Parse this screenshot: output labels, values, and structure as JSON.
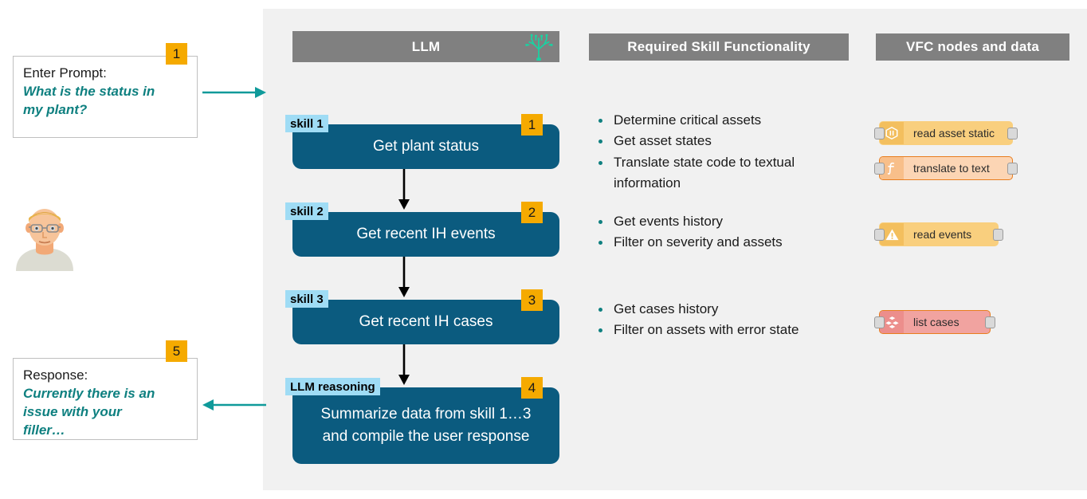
{
  "columns": {
    "llm": {
      "title": "LLM",
      "icon": "brain-circuit-icon"
    },
    "skills": {
      "title": "Required Skill Functionality"
    },
    "vfc": {
      "title": "VFC nodes and data"
    }
  },
  "left": {
    "prompt": {
      "badge": "1",
      "label": "Enter Prompt:",
      "quote_lines": [
        "What is the status in",
        "my plant?"
      ]
    },
    "response": {
      "badge": "5",
      "label": "Response:",
      "quote_lines": [
        "Currently there is an",
        "issue with your",
        "filler…"
      ]
    },
    "avatar": "user-avatar"
  },
  "flow": [
    {
      "tag": "skill 1",
      "badge": "1",
      "lines": [
        "Get plant status"
      ],
      "bullets": [
        "Determine critical assets",
        "Get asset states",
        "Translate state code to textual information"
      ],
      "nodes": [
        {
          "label": "read asset static",
          "icon": "asset-hexagon-icon",
          "body_color": "#f9cf7e",
          "icon_color": "#f3bf5e",
          "border_color": "#f9cf7e"
        },
        {
          "label": "translate to text",
          "icon": "function-f-icon",
          "body_color": "#fcd5b4",
          "icon_color": "#f8bf8a",
          "border_color": "#e87d1e"
        }
      ]
    },
    {
      "tag": "skill 2",
      "badge": "2",
      "lines": [
        "Get recent IH events"
      ],
      "bullets": [
        "Get events history",
        "Filter on severity and assets"
      ],
      "nodes": [
        {
          "label": "read events",
          "icon": "warning-triangle-icon",
          "body_color": "#f9cf7e",
          "icon_color": "#f3bf5e",
          "border_color": "#f9cf7e"
        }
      ]
    },
    {
      "tag": "skill 3",
      "badge": "3",
      "lines": [
        "Get recent IH cases"
      ],
      "bullets": [
        "Get cases history",
        "Filter on assets with error state"
      ],
      "nodes": [
        {
          "label": "list cases",
          "icon": "cases-cubes-icon",
          "body_color": "#f1a3a0",
          "icon_color": "#ec8e8c",
          "border_color": "#e87d1e"
        }
      ]
    },
    {
      "tag": "LLM reasoning",
      "badge": "4",
      "lines": [
        "Summarize data from skill 1…3",
        "and compile the user response"
      ],
      "bullets": [],
      "nodes": []
    }
  ],
  "colors": {
    "panel_bg": "#f1f1f1",
    "header_bar": "#808080",
    "skill_box": "#0b5b7f",
    "tag_bg": "#9fdcf5",
    "badge_bg": "#f5aa00",
    "accent_teal": "#0f8080",
    "brain_icon": "#19d3a2"
  }
}
